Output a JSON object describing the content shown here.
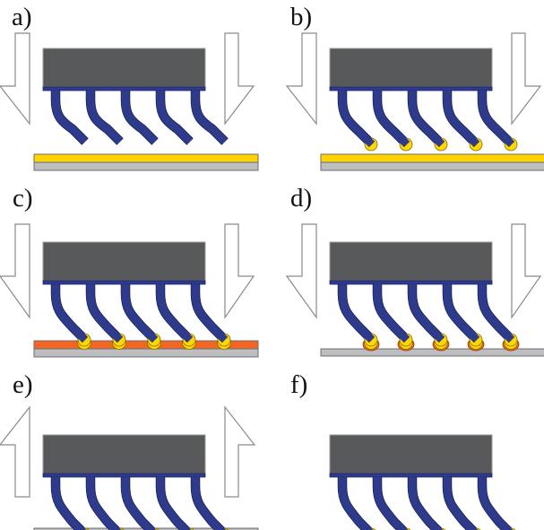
{
  "figure": {
    "description": "Six-step flip-chip / lead bonding process illustration",
    "colors": {
      "chip_body": "#58595b",
      "chip_pad_strip": "#2e3a8c",
      "lead": "#2e3a8c",
      "gold_bump": "#ffd700",
      "gold_layer": "#ffd200",
      "solder": "#f26522",
      "substrate_base": "#bcbec0",
      "arrow_fill": "#ffffff",
      "arrow_stroke": "#8a8a8a"
    },
    "panels": [
      {
        "id": "a",
        "label": "a)",
        "arrows": "down",
        "substrate_top_layer": "gold",
        "lead_tip": "none",
        "solder_on_tip": false,
        "solder_on_pad": false,
        "substrate_visible": true
      },
      {
        "id": "b",
        "label": "b)",
        "arrows": "down",
        "substrate_top_layer": "gold",
        "lead_tip": "bump",
        "solder_on_tip": false,
        "solder_on_pad": false,
        "substrate_visible": true
      },
      {
        "id": "c",
        "label": "c)",
        "arrows": "down",
        "substrate_top_layer": "solder",
        "lead_tip": "bump-double",
        "solder_on_tip": false,
        "solder_on_pad": false,
        "substrate_visible": true
      },
      {
        "id": "d",
        "label": "d)",
        "arrows": "down",
        "substrate_top_layer": "none",
        "lead_tip": "bump-double",
        "solder_on_tip": true,
        "solder_on_pad": false,
        "substrate_visible": true
      },
      {
        "id": "e",
        "label": "e)",
        "arrows": "up",
        "substrate_top_layer": "none",
        "lead_tip": "bump",
        "solder_on_tip": false,
        "solder_on_pad": true,
        "substrate_visible": true
      },
      {
        "id": "f",
        "label": "f)",
        "arrows": "none",
        "substrate_top_layer": "none",
        "lead_tip": "bump",
        "solder_on_tip": false,
        "solder_on_pad": true,
        "substrate_visible": false
      }
    ],
    "leads_per_chip": 5
  }
}
